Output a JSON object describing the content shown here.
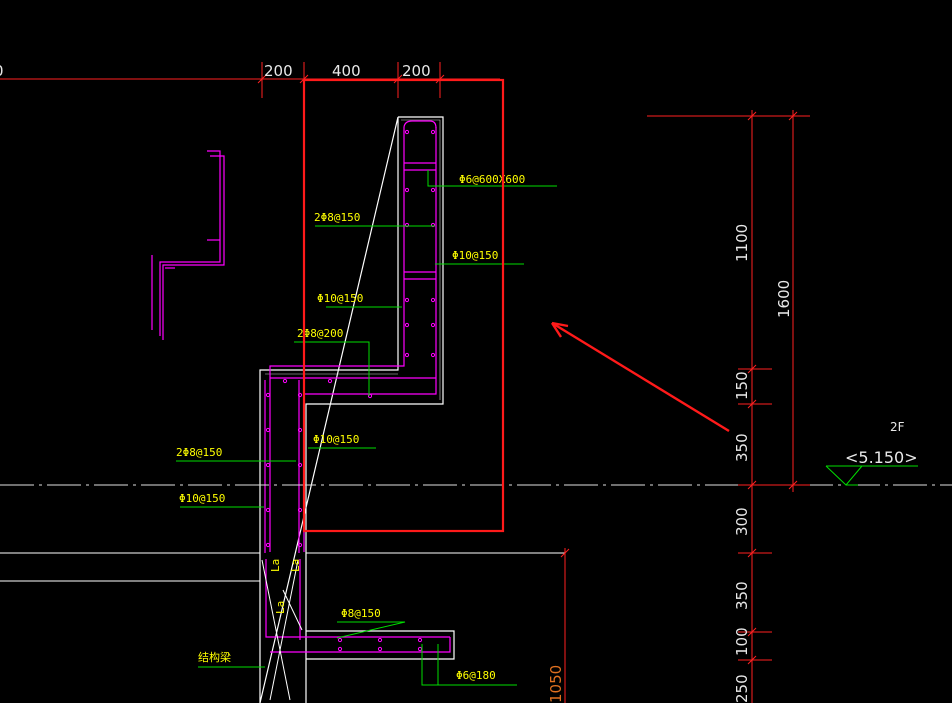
{
  "top_dims": [
    "200",
    "400",
    "200"
  ],
  "right_dims": {
    "d1100": "1100",
    "d1600": "1600",
    "d150": "150",
    "d350a": "350",
    "d300": "300",
    "d350b": "350",
    "d100": "100",
    "d250": "250",
    "d1050": "1050"
  },
  "rebar_labels": {
    "r1": "Φ6@600X600",
    "r2": "2Φ8@150",
    "r3": "Φ10@150",
    "r4": "Φ10@150",
    "r5": "2Φ8@200",
    "r6": "Φ10@150",
    "r7": "2Φ8@150",
    "r8": "Φ10@150",
    "r9": "Φ8@150",
    "r10": "Φ6@180",
    "r11": "结构梁"
  },
  "lap_labels": [
    "La",
    "La",
    "La"
  ],
  "floor": {
    "name": "2F",
    "elevation": "<5.150>"
  },
  "colors": {
    "background": "#000000",
    "dim": "#ff2020",
    "rebar": "#ff00ff",
    "leader": "#00dd00",
    "label": "#ffff00",
    "outline": "#ffffff",
    "highlight": "#ff1a1a"
  }
}
